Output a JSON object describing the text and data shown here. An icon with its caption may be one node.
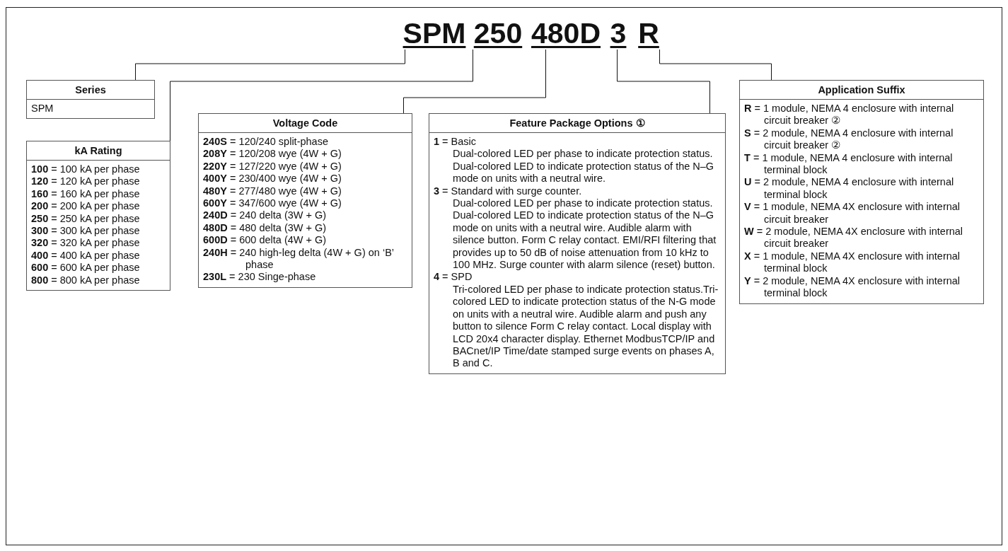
{
  "diagram": {
    "nodes": [
      {
        "text": [
          "SPM"
        ]
      },
      {
        "text": [
          "250"
        ]
      },
      {
        "text": [
          "480D"
        ]
      },
      {
        "text": [
          "3"
        ]
      },
      {
        "text": [
          "R"
        ]
      },
      {
        "text": [
          "Series",
          "SPM"
        ]
      },
      {
        "text": [
          "kA Rating",
          "**100** = 100 kA per phase",
          "**120** = 120 kA per phase",
          "**160** = 160 kA per phase",
          "**200** = 200 kA per phase",
          "**250** = 250 kA per phase",
          "**300** = 300 kA per phase",
          "**320** = 320 kA per phase",
          "**400** = 400 kA per phase",
          "**600** = 600 kA per phase",
          "**800** = 800 kA per phase"
        ]
      },
      {
        "text": [
          "Voltage Code",
          "**240S** = 120/240 split-phase",
          "**208Y** = 120/208 wye (4W + G)",
          "**220Y** = 127/220 wye (4W + G)",
          "**400Y** = 230/400 wye (4W + G)",
          "**480Y** = 277/480 wye (4W + G)",
          "**600Y** = 347/600 wye (4W + G)",
          "**240D** = 240 delta (3W + G)",
          "**480D** = 480 delta (3W + G)",
          "**600D** = 600 delta (4W + G)",
          "**240H** = 240 high-leg delta (4W + G) on ‘B’ phase",
          "**230L** = 230 Singe-phase"
        ]
      },
      {
        "text": [
          "Feature Package Options ①",
          "**1** = Basic",
          "Dual-colored LED per phase to indicate protection status. Dual-colored LED to indicate protection status of the N–G mode on units with a neutral wire.",
          "**3** = Standard with surge counter.",
          "Dual-colored LED per phase to indicate protection status. Dual-colored LED to indicate protection status of the N–G mode on units with a neutral wire. Audible alarm with silence button. Form C relay contact. EMI/RFI filtering that provides up to 50 dB of noise attenuation from 10 kHz to 100 MHz. Surge counter with alarm silence (reset) button.",
          "**4** = SPD",
          "Tri-colored LED per phase to indicate protection status.Tri-colored LED to indicate protection status of the N-G mode on units with a neutral wire. Audible alarm and push any button to silence Form C relay contact. Local display with LCD 20x4 character display. Ethernet ModbusTCP/IP and BACnet/IP Time/date stamped surge events on phases A, B and C."
        ]
      },
      {
        "text": [
          "Application Suffix",
          "**R**  = 1 module, NEMA 4 enclosure with internal circuit breaker ②",
          "**S**  = 2 module, NEMA 4 enclosure with internal circuit breaker ②",
          "**T**  = 1 module, NEMA 4 enclosure with internal terminal block",
          "**U**  = 2 module, NEMA 4 enclosure with internal terminal block",
          "**V**  = 1 module, NEMA 4X enclosure with internal circuit breaker",
          "**W**  = 2 module, NEMA 4X enclosure with internal circuit breaker",
          "**X**  = 1 module, NEMA 4X enclosure with internal terminal block",
          "**Y**  = 2 module, NEMA 4X enclosure with internal terminal block"
        ]
      }
    ],
    "edges": [
      {
        "from": 0,
        "to": 5,
        "arrow": "none"
      },
      {
        "from": 1,
        "to": 6,
        "arrow": "none"
      },
      {
        "from": 2,
        "to": 7,
        "arrow": "none"
      },
      {
        "from": 3,
        "to": 8,
        "arrow": "none"
      },
      {
        "from": 4,
        "to": 9,
        "arrow": "none"
      }
    ]
  }
}
